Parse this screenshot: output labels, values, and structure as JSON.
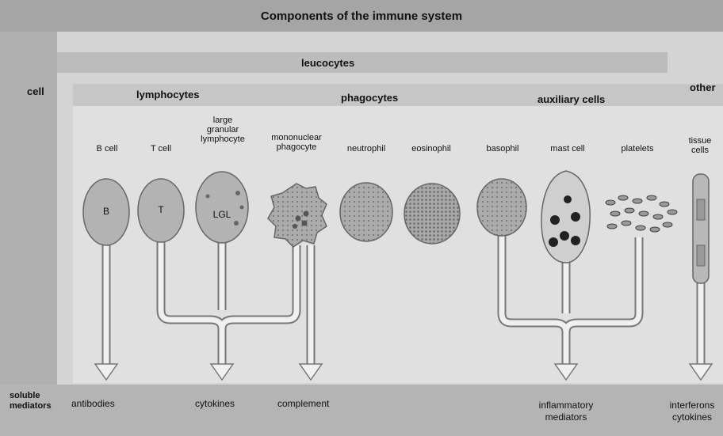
{
  "title": "Components of the immune system",
  "row_labels": {
    "cell": "cell",
    "soluble": "soluble mediators"
  },
  "groups": {
    "leucocytes": "leucocytes",
    "lymphocytes": "lymphocytes",
    "phagocytes": "phagocytes",
    "auxiliary": "auxiliary cells",
    "other": "other"
  },
  "cells": {
    "b": "B cell",
    "t": "T cell",
    "lgl": "large granular lymphocyte",
    "mono": "mononuclear phagocyte",
    "neut": "neutrophil",
    "eos": "eosinophil",
    "baso": "basophil",
    "mast": "mast cell",
    "plat": "platelets",
    "tissue": "tissue cells"
  },
  "cell_letters": {
    "b": "B",
    "t": "T",
    "lgl": "LGL"
  },
  "mediators": {
    "antibodies": "antibodies",
    "cytokines": "cytokines",
    "complement": "complement",
    "inflammatory": "inflammatory mediators",
    "interferons": "interferons cytokines"
  },
  "colors": {
    "background": "#d4d4d4",
    "band_dark": "#a9a9a9",
    "band_mid": "#bdbdbd",
    "panel": "#e0e0e0",
    "cell_fill": "#b3b3b3",
    "arrow": "#f0f0f0"
  }
}
